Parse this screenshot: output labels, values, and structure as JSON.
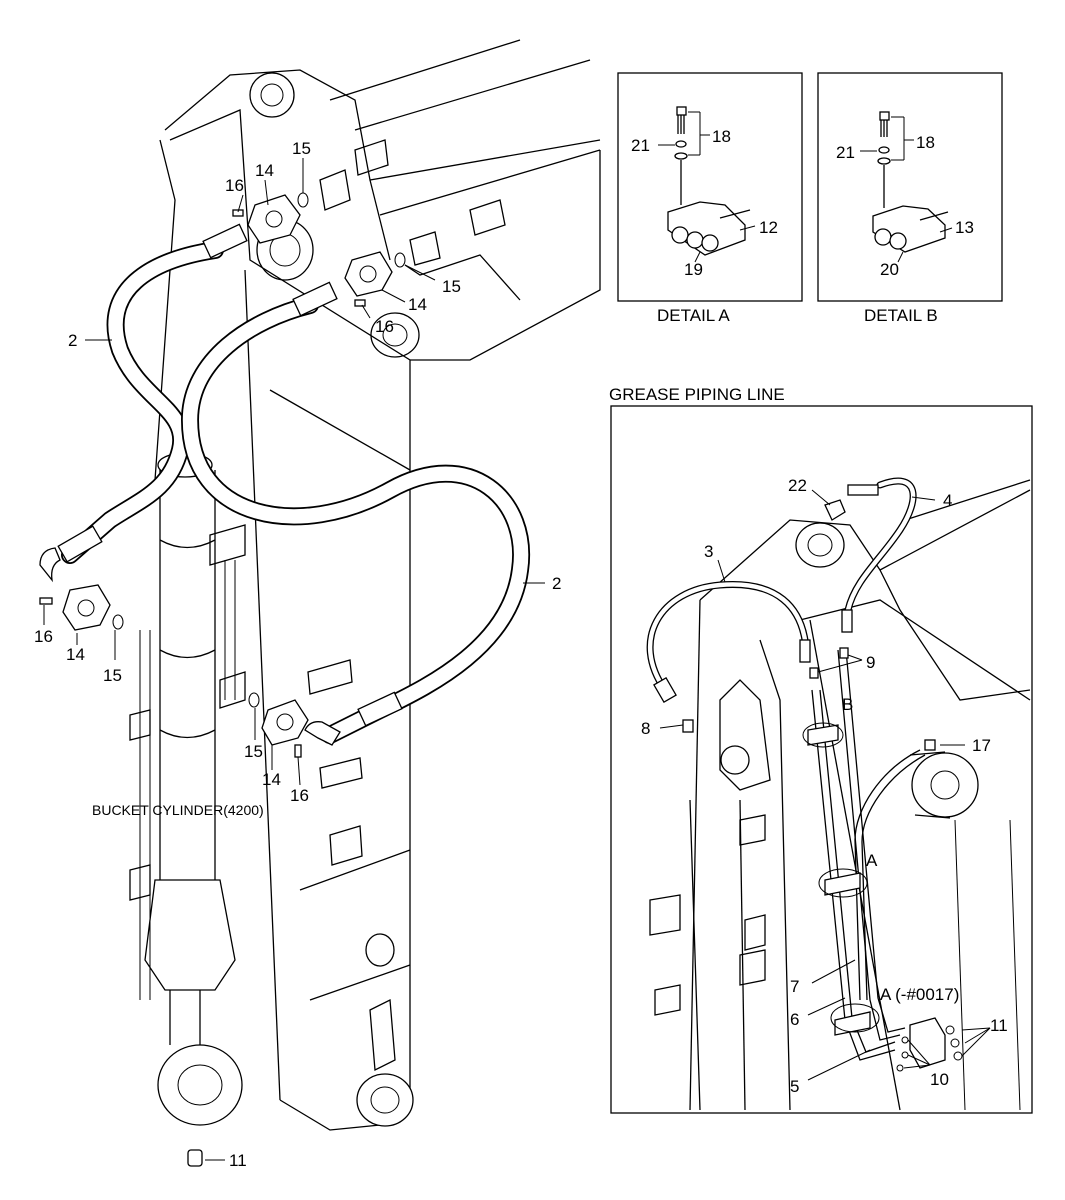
{
  "main": {
    "labels": {
      "c_2_upper": "2",
      "c_2_right": "2",
      "c_14_top": "14",
      "c_14_mid": "14",
      "c_14_left": "14",
      "c_14_low": "14",
      "c_15_top": "15",
      "c_15_mid": "15",
      "c_15_left": "15",
      "c_15_low": "15",
      "c_16_top": "16",
      "c_16_mid": "16",
      "c_16_left": "16",
      "c_16_low": "16",
      "c_11_bottom": "11"
    },
    "bucket_cylinder_label": "BUCKET CYLINDER(4200)"
  },
  "detail_a": {
    "caption": "DETAIL A",
    "labels": {
      "c_18": "18",
      "c_21": "21",
      "c_12": "12",
      "c_19": "19"
    }
  },
  "detail_b": {
    "caption": "DETAIL B",
    "labels": {
      "c_18": "18",
      "c_21": "21",
      "c_13": "13",
      "c_20": "20"
    }
  },
  "grease": {
    "title": "GREASE PIPING LINE",
    "labels": {
      "c_22": "22",
      "c_4": "4",
      "c_3": "3",
      "c_9": "9",
      "c_8": "8",
      "c_b": "B",
      "c_17": "17",
      "c_a": "A",
      "c_a_serial": "A (-#0017)",
      "c_7": "7",
      "c_6": "6",
      "c_5": "5",
      "c_11": "11",
      "c_10": "10"
    }
  }
}
